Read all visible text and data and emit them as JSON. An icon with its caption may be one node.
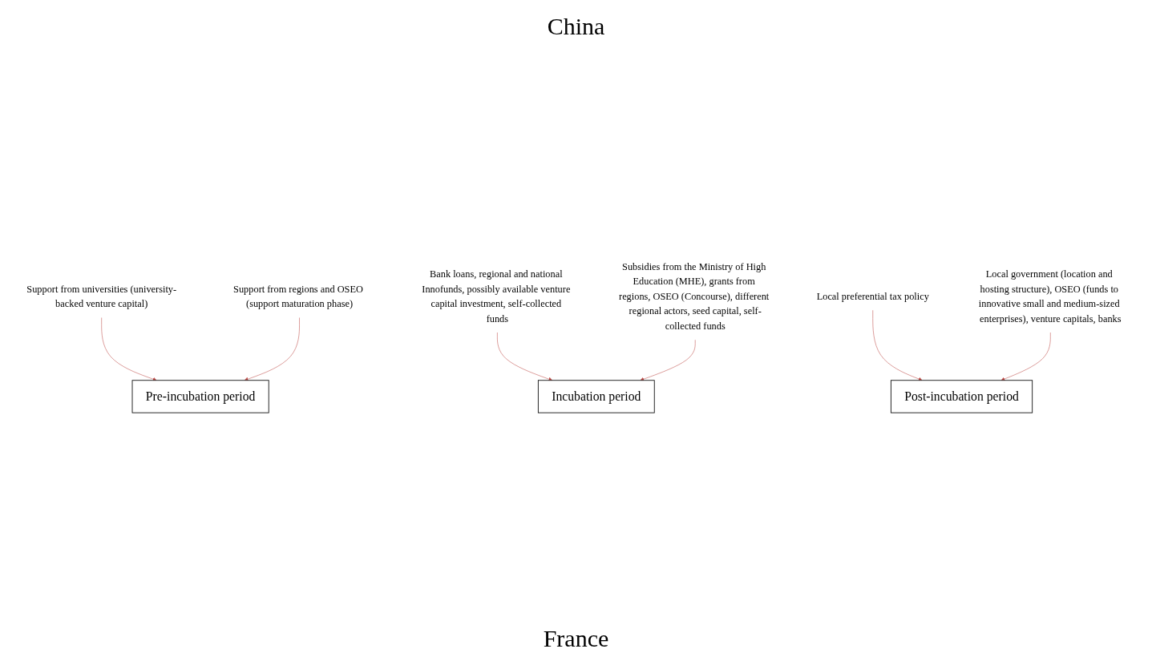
{
  "diagram": {
    "nodes": [
      {
        "text": [
          "Support from universities (university-backed venture capital)"
        ]
      },
      {
        "text": [
          "Bank loans, regional and national Innofunds, possibly available venture capital investment, self-collected funds"
        ]
      },
      {
        "text": [
          "Local preferential tax policy"
        ]
      },
      {
        "text": [
          "Pre-incubation period"
        ]
      },
      {
        "text": [
          "Incubation period"
        ]
      },
      {
        "text": [
          "Post-incubation period"
        ]
      },
      {
        "text": [
          "Support from regions and OSEO (support maturation phase)"
        ]
      },
      {
        "text": [
          "Subsidies from the Ministry of High Education (MHE), grants from regions, OSEO (Concourse), different regional actors, seed capital, self-collected funds"
        ]
      },
      {
        "text": [
          "Local government (location and hosting structure), OSEO (funds to innovative small and medium-sized enterprises), venture capitals, banks"
        ]
      }
    ],
    "edges": [
      {
        "from": 0,
        "to": 3,
        "arrow": "to",
        "color": "#c0504d"
      },
      {
        "from": 1,
        "to": 4,
        "arrow": "to",
        "color": "#c0504d"
      },
      {
        "from": 2,
        "to": 5,
        "arrow": "to",
        "color": "#c0504d"
      },
      {
        "from": 6,
        "to": 3,
        "arrow": "to",
        "color": "#c0504d"
      },
      {
        "from": 7,
        "to": 4,
        "arrow": "to",
        "color": "#c0504d"
      },
      {
        "from": 8,
        "to": 5,
        "arrow": "to",
        "color": "#c0504d"
      }
    ],
    "labels": [
      "China",
      "France"
    ]
  }
}
